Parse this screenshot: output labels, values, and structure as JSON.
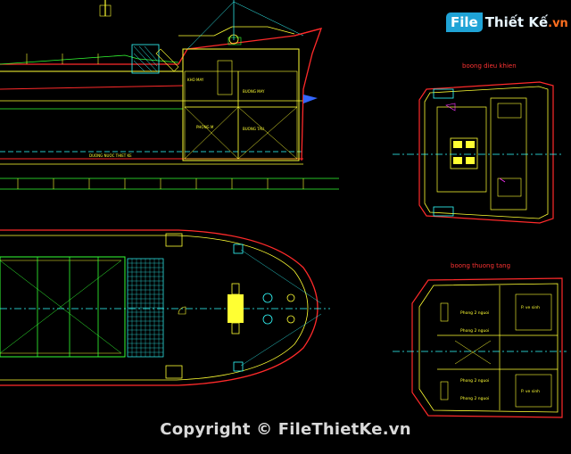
{
  "watermark": {
    "logo_file": "File",
    "logo_rest": "Thiết Kế",
    "logo_suffix": ".vn",
    "copyright": "Copyright © FileThietKe.vn"
  },
  "labels": {
    "bridge_deck": "boong dieu khien",
    "main_deck": "boong thuong tang",
    "room_a": "KHO MAY",
    "room_b": "BUONG MAY",
    "room_c": "PHONG M",
    "room_d": "BUONG TAU",
    "baseline": "DUONG NUOC THIET KE",
    "room_1": "Phong 2 nguoi",
    "room_2": "Phong 2 nguoi",
    "room_3": "Phong 2 nguoi",
    "room_4": "Phong 2 nguoi",
    "room_5": "P. ve sinh",
    "room_6": "P. ve sinh"
  },
  "colors": {
    "background": "#000000",
    "hull": "#ff2a2a",
    "structure": "#ffff33",
    "centerline": "#33ffff",
    "deck": "#33ff33",
    "text_red": "#ff3333",
    "magenta": "#ff33ff",
    "blue": "#3366ff"
  },
  "icons": {
    "logo": "filethietke-logo"
  }
}
